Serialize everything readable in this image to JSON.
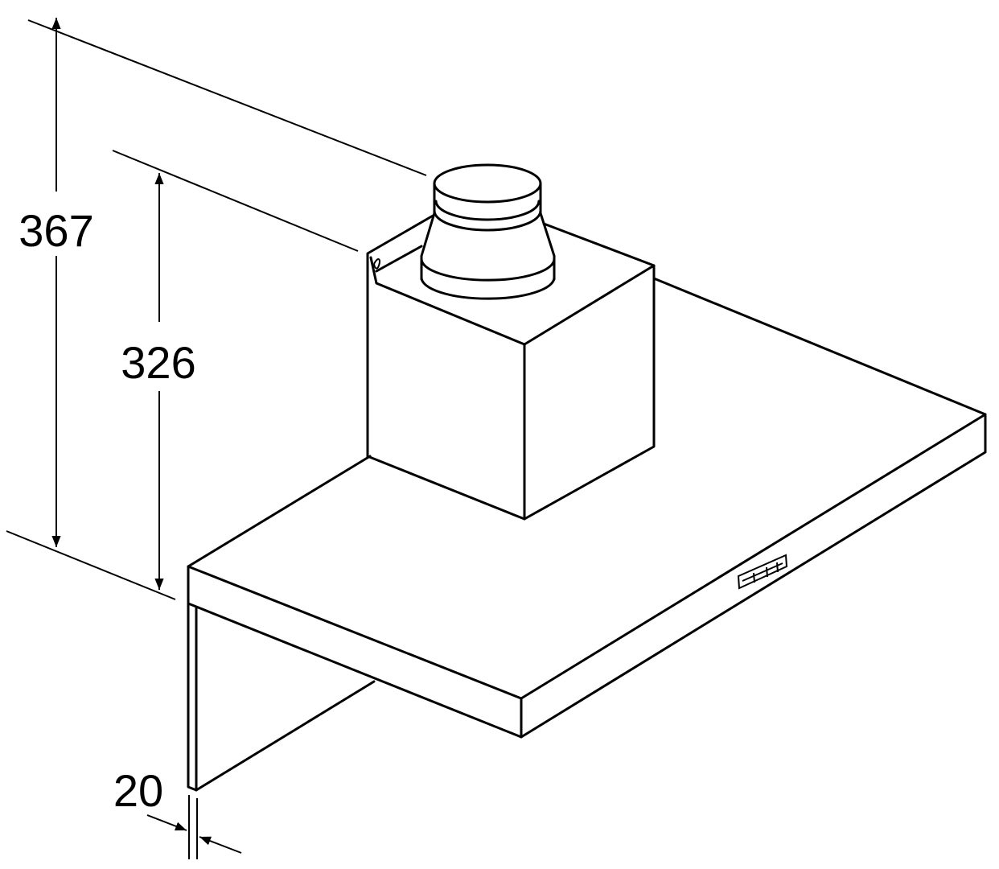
{
  "dimensions": {
    "overall_height": "367",
    "chimney_height": "326",
    "wall_plate_thickness": "20"
  },
  "colors": {
    "line": "#000000",
    "background": "#ffffff"
  }
}
